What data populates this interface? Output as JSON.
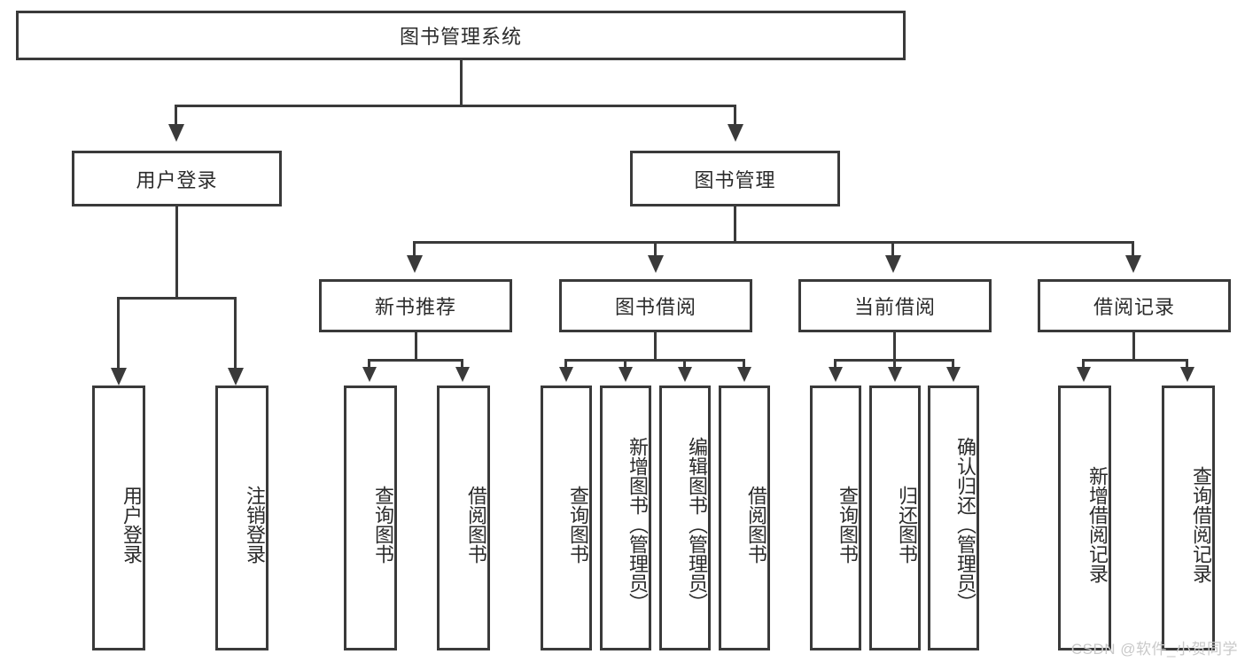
{
  "diagram": {
    "type": "tree-hierarchy",
    "title_node": {
      "label": "图书管理系统"
    },
    "level2": [
      {
        "id": "user-login",
        "label": "用户登录"
      },
      {
        "id": "book-management",
        "label": "图书管理"
      }
    ],
    "level3": [
      {
        "id": "new-book-recommend",
        "label": "新书推荐"
      },
      {
        "id": "book-borrow",
        "label": "图书借阅"
      },
      {
        "id": "current-borrow",
        "label": "当前借阅"
      },
      {
        "id": "borrow-record",
        "label": "借阅记录"
      }
    ],
    "leaves": {
      "user_login": [
        {
          "id": "leaf-user-login",
          "label": "用户登录"
        },
        {
          "id": "leaf-logout-login",
          "label": "注销登录"
        }
      ],
      "new_book_recommend": [
        {
          "id": "leaf-query-book-1",
          "label": "查询图书"
        },
        {
          "id": "leaf-borrow-book-1",
          "label": "借阅图书"
        }
      ],
      "book_borrow": [
        {
          "id": "leaf-query-book-2",
          "label": "查询图书"
        },
        {
          "id": "leaf-add-book",
          "label": "新增图书（管理员）"
        },
        {
          "id": "leaf-edit-book",
          "label": "编辑图书（管理员）"
        },
        {
          "id": "leaf-borrow-book-2",
          "label": "借阅图书"
        }
      ],
      "current_borrow": [
        {
          "id": "leaf-query-book-3",
          "label": "查询图书"
        },
        {
          "id": "leaf-return-book",
          "label": "归还图书"
        },
        {
          "id": "leaf-confirm-return",
          "label": "确认归还（管理员）"
        }
      ],
      "borrow_record": [
        {
          "id": "leaf-add-borrow-record",
          "label": "新增借阅记录"
        },
        {
          "id": "leaf-query-borrow-record",
          "label": "查询借阅记录"
        }
      ]
    },
    "watermark": "CSDN @软件_小贺同学",
    "colors": {
      "stroke": "#3a3a3a",
      "background": "#ffffff",
      "text": "#2b2b2b",
      "watermark": "#c9c9c9"
    }
  }
}
